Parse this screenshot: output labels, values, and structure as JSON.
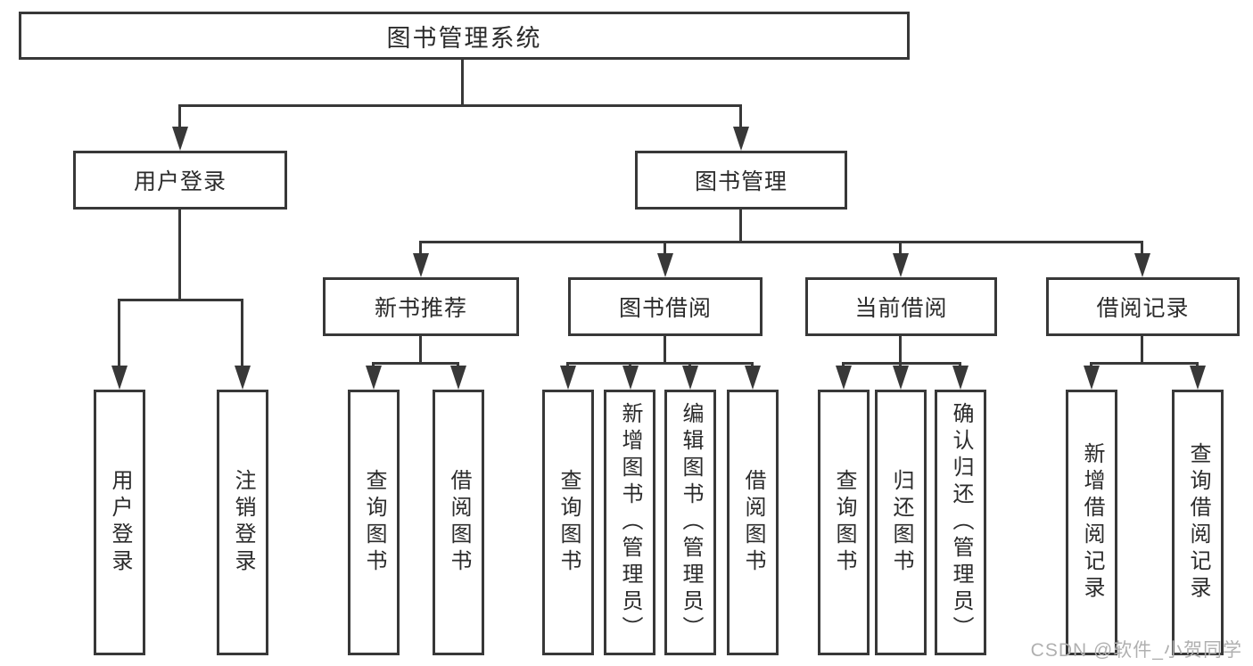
{
  "colors": {
    "line": "#383838",
    "text": "#2b2b2b",
    "watermark": "#b0b0b0",
    "background": "#ffffff"
  },
  "tree": {
    "label": "图书管理系统",
    "children": [
      {
        "label": "用户登录",
        "children": [
          {
            "label": "用户登录"
          },
          {
            "label": "注销登录"
          }
        ]
      },
      {
        "label": "图书管理",
        "children": [
          {
            "label": "新书推荐",
            "children": [
              {
                "label": "查询图书"
              },
              {
                "label": "借阅图书"
              }
            ]
          },
          {
            "label": "图书借阅",
            "children": [
              {
                "label": "查询图书"
              },
              {
                "label": "新增图书（管理员）"
              },
              {
                "label": "编辑图书（管理员）"
              },
              {
                "label": "借阅图书"
              }
            ]
          },
          {
            "label": "当前借阅",
            "children": [
              {
                "label": "查询图书"
              },
              {
                "label": "归还图书"
              },
              {
                "label": "确认归还（管理员）"
              }
            ]
          },
          {
            "label": "借阅记录",
            "children": [
              {
                "label": "新增借阅记录"
              },
              {
                "label": "查询借阅记录"
              }
            ]
          }
        ]
      }
    ]
  },
  "watermark": {
    "text": "CSDN @软件_小贺同学"
  }
}
